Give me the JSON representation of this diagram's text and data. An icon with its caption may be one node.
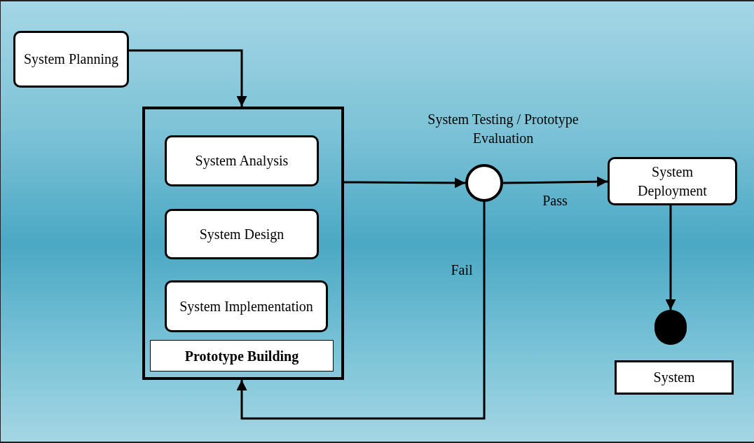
{
  "diagram": {
    "nodes": [
      {
        "text": [
          "System Planning"
        ]
      },
      {
        "text": [
          "Prototype Building"
        ]
      },
      {
        "text": [
          "System Analysis"
        ],
        "in": 1
      },
      {
        "text": [
          "System Design"
        ],
        "in": 1
      },
      {
        "text": [
          "System Implementation"
        ],
        "in": 1
      },
      {
        "text": [],
        "shape": "circle",
        "beside": [
          "System Testing / Prototype Evaluation"
        ]
      },
      {
        "text": [
          "System Deployment"
        ]
      },
      {
        "text": [],
        "shape": "circle"
      },
      {
        "text": [
          "System"
        ]
      }
    ],
    "edges": [
      {
        "from": 0,
        "to": 1,
        "arrow": "to"
      },
      {
        "from": 1,
        "to": 5,
        "arrow": "to"
      },
      {
        "from": 5,
        "to": 6,
        "arrow": "to",
        "label": "Pass"
      },
      {
        "from": 5,
        "to": 1,
        "arrow": "to",
        "label": "Fail"
      },
      {
        "from": 6,
        "to": 7,
        "arrow": "to"
      }
    ]
  }
}
